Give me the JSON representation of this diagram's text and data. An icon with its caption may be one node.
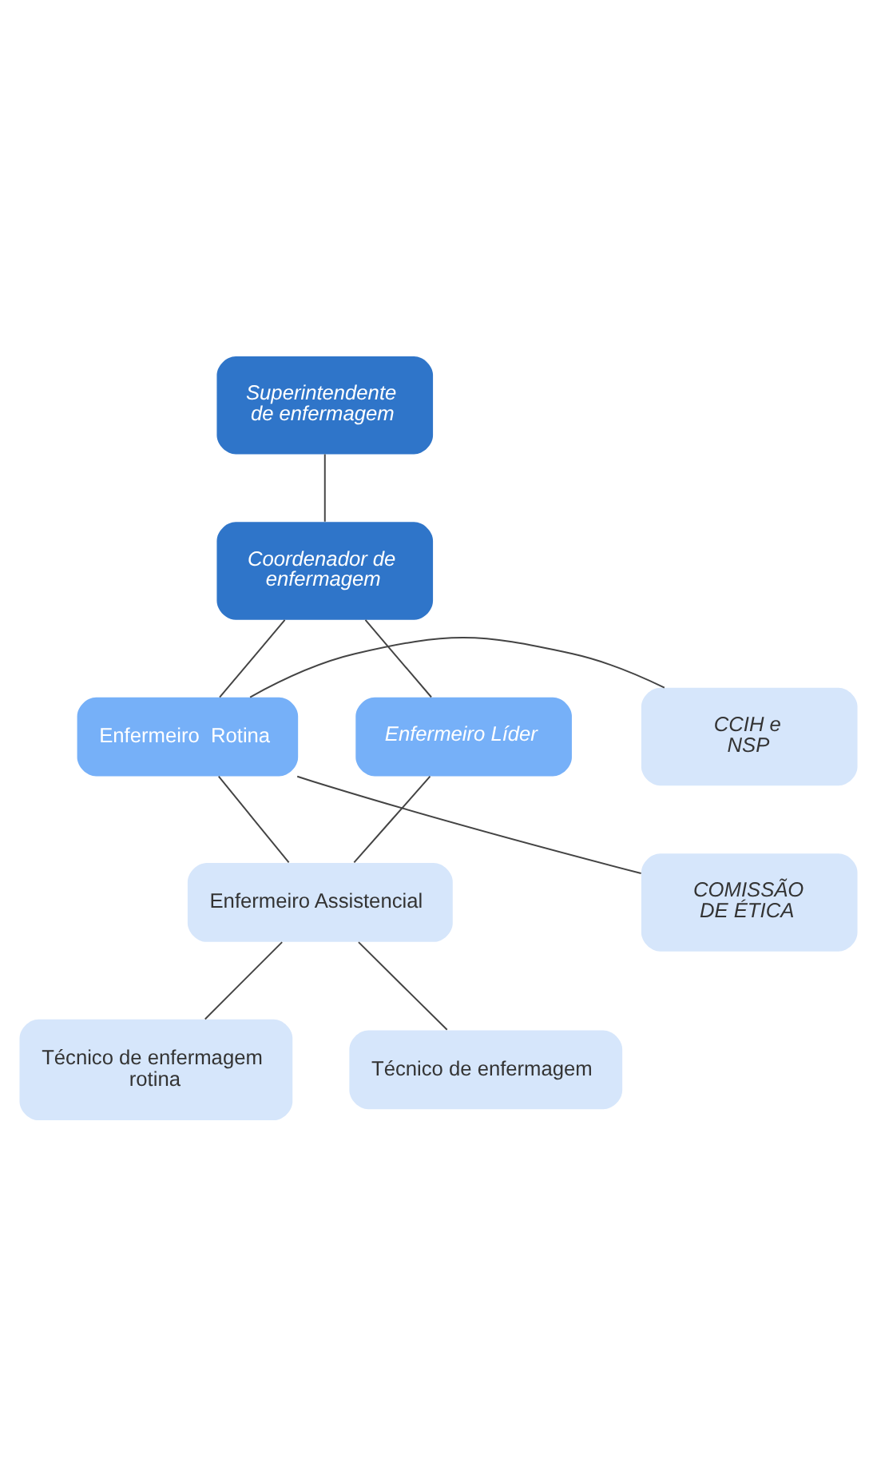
{
  "diagram": {
    "nodes": [
      {
        "text": [
          "Superintendente de enfermagem"
        ]
      },
      {
        "text": [
          "Coordenador de enfermagem"
        ]
      },
      {
        "text": [
          "CCIH e NSP"
        ]
      },
      {
        "text": [
          "Enfermeiro  Rotina"
        ]
      },
      {
        "text": [
          "COMISSÃO DE ÉTICA"
        ]
      },
      {
        "text": [
          "Enfermeiro Líder"
        ]
      },
      {
        "text": [
          "Enfermeiro Assistencial"
        ]
      },
      {
        "text": [
          "Técnico de enfermagem rotina"
        ]
      },
      {
        "text": [
          "Técnico de enfermagem"
        ]
      }
    ],
    "edges": [
      {
        "from": 0,
        "to": 1,
        "arrow": "none"
      },
      {
        "from": 1,
        "to": 3,
        "arrow": "none"
      },
      {
        "from": 1,
        "to": 5,
        "arrow": "none"
      },
      {
        "from": 2,
        "to": 3,
        "arrow": "none"
      },
      {
        "from": 4,
        "to": 3,
        "arrow": "none"
      },
      {
        "from": 3,
        "to": 6,
        "arrow": "none"
      },
      {
        "from": 5,
        "to": 6,
        "arrow": "none"
      },
      {
        "from": 6,
        "to": 7,
        "arrow": "none"
      },
      {
        "from": 6,
        "to": 8,
        "arrow": "none"
      }
    ]
  }
}
